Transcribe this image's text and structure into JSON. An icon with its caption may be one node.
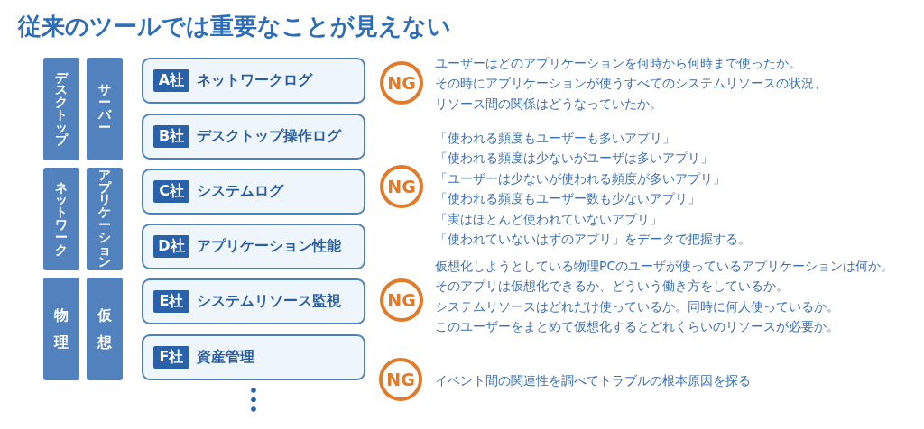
{
  "diagram": {
    "title": "従来のツールでは重要なことが見えない",
    "nodes": [
      {
        "text": [
          "デスクトップ"
        ]
      },
      {
        "text": [
          "サーバー"
        ]
      },
      {
        "text": [
          "ネットワーク"
        ]
      },
      {
        "text": [
          "アプリケーション"
        ]
      },
      {
        "text": [
          "物理"
        ]
      },
      {
        "text": [
          "仮想"
        ]
      },
      {
        "text": [
          "ネットワークログ"
        ]
      },
      {
        "text": [
          "A社"
        ],
        "in": 6
      },
      {
        "text": [
          "デスクトップ操作ログ"
        ]
      },
      {
        "text": [
          "B社"
        ],
        "in": 8
      },
      {
        "text": [
          "システムログ"
        ]
      },
      {
        "text": [
          "C社"
        ],
        "in": 10
      },
      {
        "text": [
          "アプリケーション性能"
        ]
      },
      {
        "text": [
          "D社"
        ],
        "in": 12
      },
      {
        "text": [
          "システムリソース監視"
        ]
      },
      {
        "text": [
          "E社"
        ],
        "in": 14
      },
      {
        "text": [
          "資産管理"
        ]
      },
      {
        "text": [
          "F社"
        ],
        "in": 16
      },
      {
        "text": [
          "NG"
        ],
        "beside": [
          "ユーザーはどのアプリケーションを何時から何時まで使ったか。",
          "その時にアプリケーションが使うすべてのシステムリソースの状況、リソース間の関係はどうなっていたか。"
        ]
      },
      {
        "text": [
          "NG"
        ],
        "beside": [
          "「使われる頻度もユーザーも多いアプリ」",
          "「使われる頻度は少ないがユーザは多いアプリ」",
          "「ユーザーは少ないが使われる頻度が多いアプリ」",
          "「使われる頻度もユーザー数も少ないアプリ」",
          "「実はほとんど使われていないアプリ」",
          "「使われていないはずのアプリ」をデータで把握する。"
        ]
      },
      {
        "text": [
          "NG"
        ],
        "beside": [
          "仮想化しようとしている物理PCのユーザが使っているアプリケーションは何か。",
          "そのアプリは仮想化できるか、どういう働き方をしているか。",
          "システムリソースはどれだけ使っているか。同時に何人使っているか。",
          "このユーザーをまとめて仮想化するとどれくらいのリソースが必要か。"
        ]
      },
      {
        "text": [
          "NG"
        ],
        "beside": [
          "イベント間の関連性を調べてトラブルの根本原因を探る"
        ]
      }
    ]
  }
}
